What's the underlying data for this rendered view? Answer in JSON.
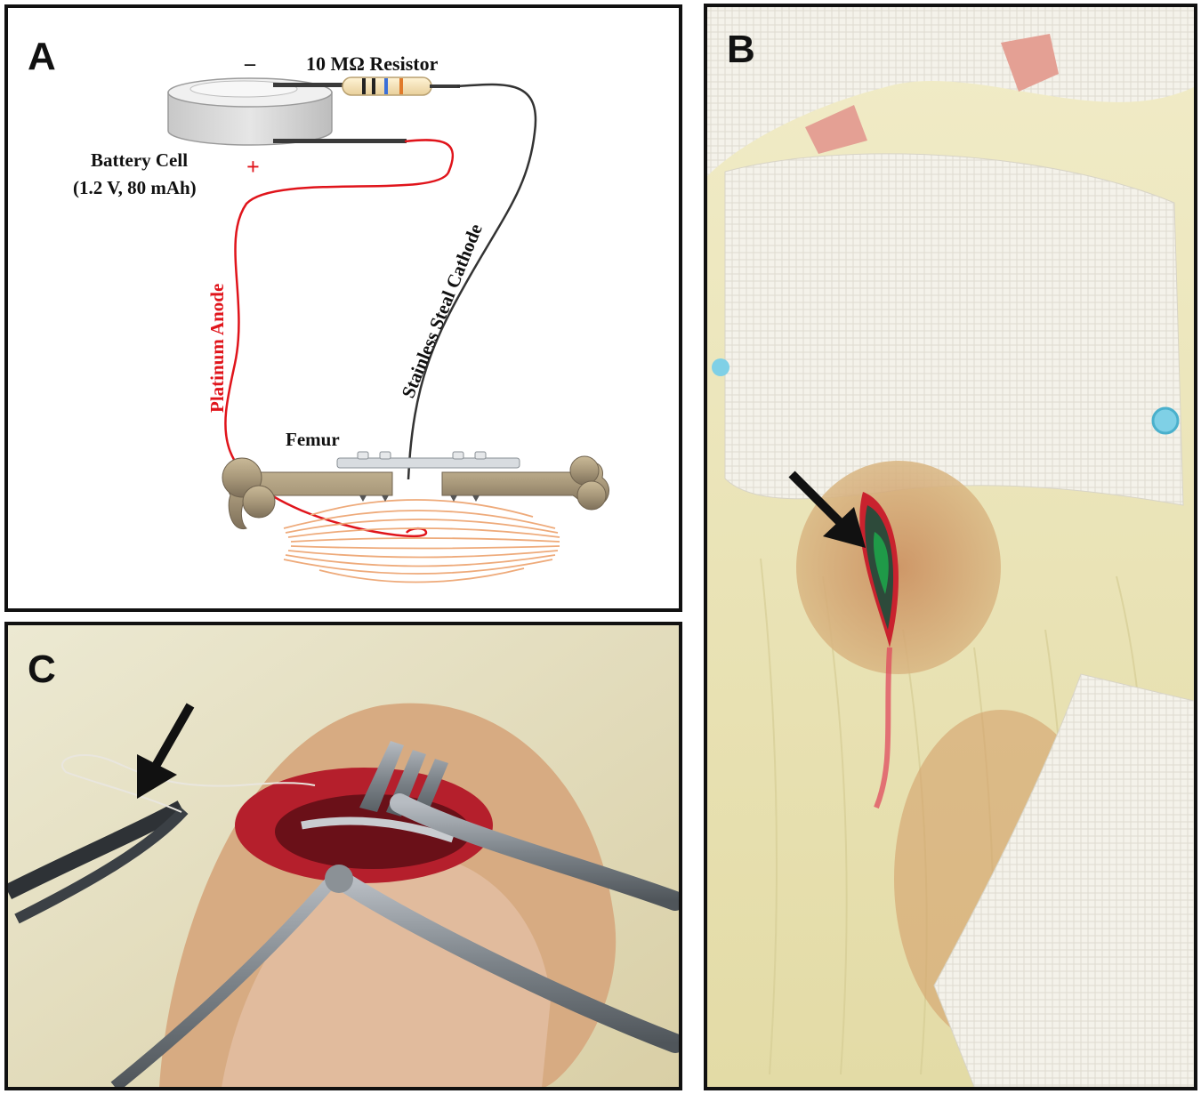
{
  "panels": {
    "a": {
      "letter": "A",
      "minus_sign": "–",
      "plus_sign": "+",
      "resistor_label": "10 MΩ Resistor",
      "battery_label_line1": "Battery Cell",
      "battery_label_line2": "(1.2 V, 80 mAh)",
      "anode_label": "Platinum Anode",
      "cathode_label": "Stainless  Steal  Cathode",
      "femur_label": "Femur"
    },
    "b": {
      "letter": "B"
    },
    "c": {
      "letter": "C"
    }
  },
  "colors": {
    "anode_wire": "#e0141b",
    "cathode_wire": "#333333",
    "bone": "#a8987a",
    "muscle": "#eeaa7a",
    "fur": "#ece8bc",
    "gauze": "#f4f2ea",
    "wound": "#c9222e"
  },
  "icons": [
    "arrow-icon"
  ]
}
